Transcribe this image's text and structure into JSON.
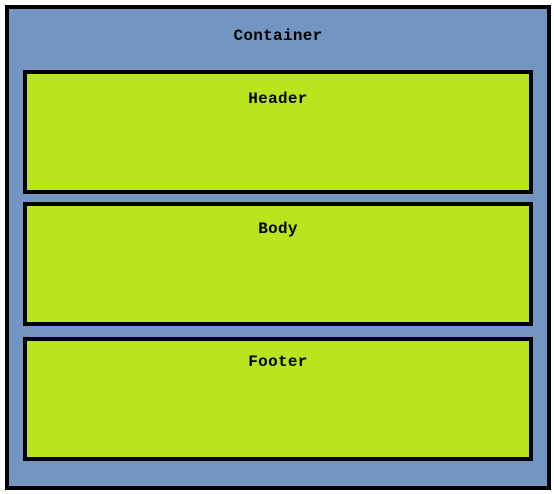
{
  "container": {
    "label": "Container",
    "color": "#7296c1"
  },
  "sections": {
    "header": {
      "label": "Header"
    },
    "body": {
      "label": "Body"
    },
    "footer": {
      "label": "Footer"
    },
    "color": "#b8e51e"
  }
}
